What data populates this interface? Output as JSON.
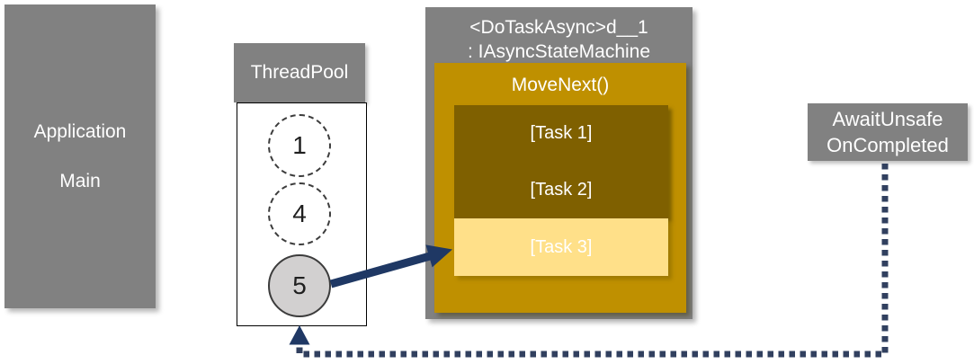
{
  "colors": {
    "box_gray": "#818181",
    "gold": "#BF9000",
    "dark_gold": "#7F6000",
    "light_gold": "#FFE089",
    "arrow_navy": "#1F3864",
    "dotted_navy": "#31405F",
    "thread_active_fill": "#D2D0D0",
    "text_white": "#FFFFFF"
  },
  "application": {
    "line1": "Application",
    "line2": "Main"
  },
  "threadpool": {
    "title": "ThreadPool",
    "threads": [
      {
        "id": "1",
        "state": "idle"
      },
      {
        "id": "4",
        "state": "idle"
      },
      {
        "id": "5",
        "state": "active"
      }
    ]
  },
  "state_machine": {
    "title_line1": "<DoTaskAsync>d__1",
    "title_line2": ": IAsyncStateMachine",
    "method": "MoveNext()",
    "completed_tasks": [
      "[Task 1]",
      "[Task 2]"
    ],
    "current_task": "[Task 3]"
  },
  "callback": {
    "line1": "AwaitUnsafe",
    "line2": "OnCompleted"
  },
  "arrows": {
    "solid_arrow": "thread5-to-task3",
    "dotted_arrow": "oncompleted-to-threadpool"
  }
}
